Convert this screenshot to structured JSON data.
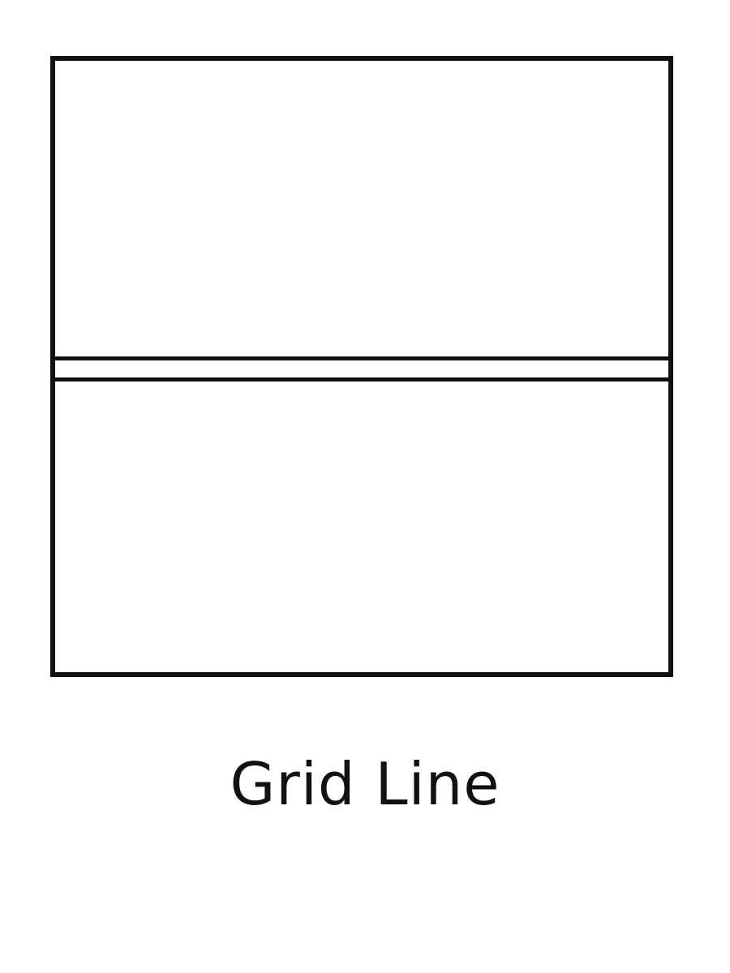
{
  "caption": "Grid Line",
  "colors": {
    "stroke": "#111111",
    "background": "#ffffff",
    "text": "#111111"
  },
  "diagram": {
    "shape": "rectangle-divided-by-double-horizontal-line",
    "parts": [
      "outer-frame",
      "grid-line-upper-edge",
      "grid-line-lower-edge"
    ]
  }
}
